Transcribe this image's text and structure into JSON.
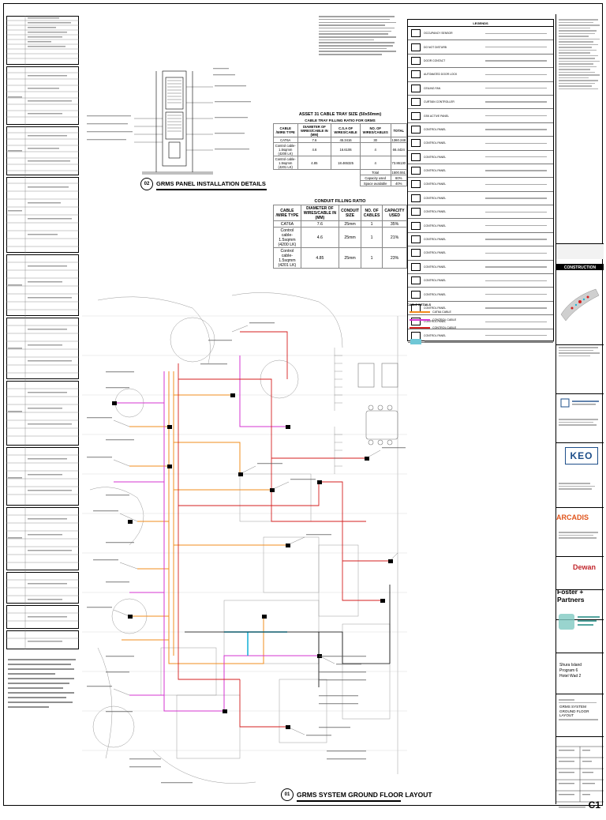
{
  "colors": {
    "orange": "#f28c1e",
    "magenta": "#d534d0",
    "red": "#d41f1f",
    "cyan": "#1fb4d8",
    "black": "#000000",
    "gray": "#9a9a9a"
  },
  "install_title": {
    "number": "02",
    "text": "GRMS PANEL INSTALLATION DETAILS"
  },
  "layout_title": {
    "number": "01",
    "text": "GRMS SYSTEM GROUND FLOOR LAYOUT"
  },
  "cable_tray_table": {
    "title": "ASSET 31 CABLE TRAY SIZE (50x50mm)",
    "subtitle": "CABLE TRAY FILLING RATIO FOR GRMS",
    "headers": [
      "CABLE /WIRE TYPE",
      "DIAMETER OF WIRES/CABLE IN (MM)",
      "C.S.A OF WIRES/CABLE",
      "NO. OF WIRES/CABLES",
      "TOTAL"
    ],
    "rows": [
      [
        "CAT6A",
        "7.6",
        "45.3416",
        "30",
        "1360.248"
      ],
      [
        "Control cable-1.5sqmm (4200 LK)",
        "4.6",
        "16.6106",
        "4",
        "66.4424"
      ],
      [
        "Control cable-1.5sqmm (4201 LK)",
        "4.85",
        "18.465325",
        "4",
        "73.86130"
      ]
    ],
    "summary": [
      [
        "Total",
        "1500.551"
      ],
      [
        "Capacity used",
        "60%"
      ],
      [
        "Space available",
        "40%"
      ]
    ]
  },
  "conduit_table": {
    "title": "CONDUIT FILLING RATIO",
    "headers": [
      "CABLE /WIRE TYPE",
      "DIAMETER OF WIRES/CABLE IN (MM)",
      "CONDUIT SIZE",
      "NO. OF CABLES",
      "CAPACITY USED"
    ],
    "rows": [
      [
        "CAT6A",
        "7.6",
        "25mm",
        "1",
        "35%"
      ],
      [
        "Control cable-1.5sqmm (4200 LK)",
        "4.6",
        "25mm",
        "1",
        "21%"
      ],
      [
        "Control cable-1.5sqmm (4201 LK)",
        "4.85",
        "25mm",
        "1",
        "23%"
      ]
    ]
  },
  "legend": {
    "title": "LEGENDS",
    "items": [
      "OCCUPANCY SENSOR",
      "DO NOT DISTURB",
      "DOOR CONTACT",
      "AUTOMATED DOOR LOCK",
      "CEILING FAN",
      "CURTAIN CONTROLLER",
      "GSK ACTIVE PANEL",
      "CONTROL PANEL",
      "CONTROL PANEL",
      "CONTROL PANEL",
      "CONTROL PANEL",
      "CONTROL PANEL",
      "CONTROL PANEL",
      "CONTROL PANEL",
      "CONTROL PANEL",
      "CONTROL PANEL",
      "CONTROL PANEL",
      "CONTROL PANEL",
      "CONTROL PANEL",
      "CONTROL PANEL",
      "CONTROL PANEL",
      "CONTROL PANEL",
      "CONTROL PANEL"
    ],
    "cable_title": "CABLE DETAILS",
    "cables": [
      "CAT6A CABLE",
      "CONTROL CABLE",
      "CONTROL CABLE"
    ]
  },
  "titleblock": {
    "stamp": "CONSTRUCTION",
    "keo": "KEO",
    "arcadis": "ARCADIS",
    "dewan": "Dewan",
    "foster": "Foster + Partners",
    "project": "Shura Island",
    "program": "Program 6",
    "hotel": "Hotel Wad 2",
    "drawing_title": "GRMS SYSTEM",
    "drawing_sub": "GROUND FLOOR LAYOUT",
    "sheet": "C1"
  }
}
